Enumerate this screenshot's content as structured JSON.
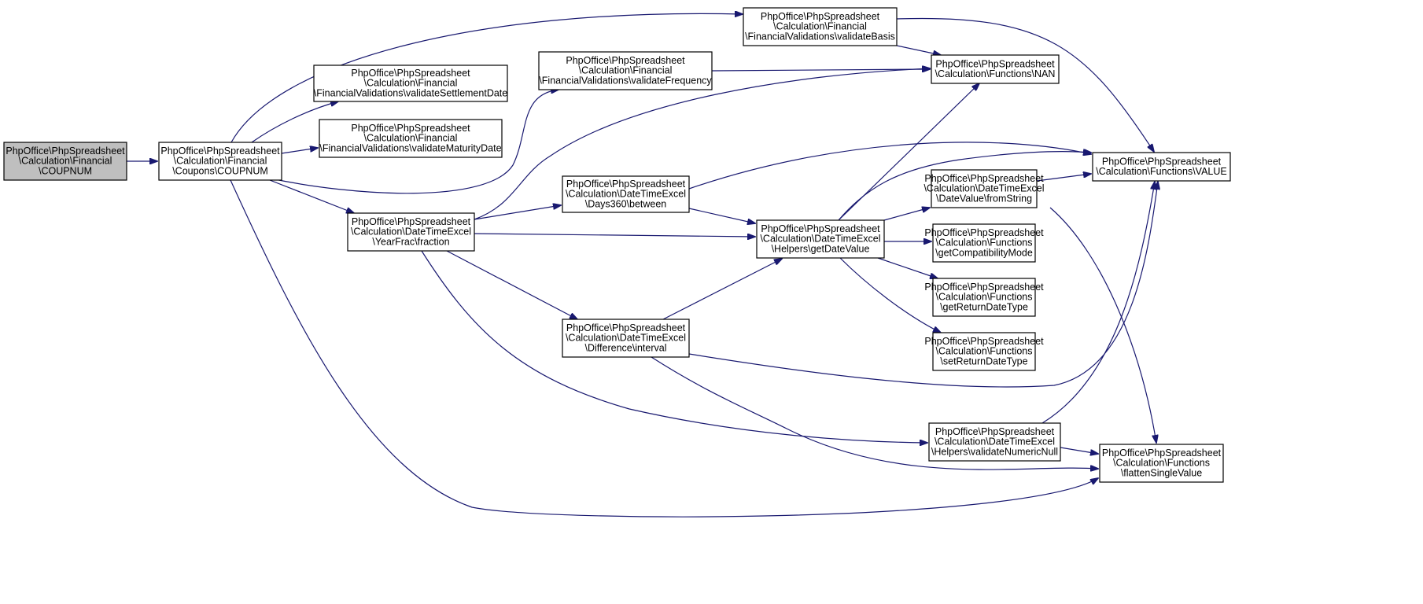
{
  "graph": {
    "nodes": [
      {
        "id": "root",
        "lines": [
          "PhpOffice\\PhpSpreadsheet",
          "\\Calculation\\Financial",
          "\\COUPNUM"
        ],
        "highlight": true
      },
      {
        "id": "coupons",
        "lines": [
          "PhpOffice\\PhpSpreadsheet",
          "\\Calculation\\Financial",
          "\\Coupons\\COUPNUM"
        ]
      },
      {
        "id": "vsettle",
        "lines": [
          "PhpOffice\\PhpSpreadsheet",
          "\\Calculation\\Financial",
          "\\FinancialValidations\\validateSettlementDate"
        ]
      },
      {
        "id": "vmat",
        "lines": [
          "PhpOffice\\PhpSpreadsheet",
          "\\Calculation\\Financial",
          "\\FinancialValidations\\validateMaturityDate"
        ]
      },
      {
        "id": "yearfrac",
        "lines": [
          "PhpOffice\\PhpSpreadsheet",
          "\\Calculation\\DateTimeExcel",
          "\\YearFrac\\fraction"
        ]
      },
      {
        "id": "vfreq",
        "lines": [
          "PhpOffice\\PhpSpreadsheet",
          "\\Calculation\\Financial",
          "\\FinancialValidations\\validateFrequency"
        ]
      },
      {
        "id": "vbasis",
        "lines": [
          "PhpOffice\\PhpSpreadsheet",
          "\\Calculation\\Financial",
          "\\FinancialValidations\\validateBasis"
        ]
      },
      {
        "id": "days360",
        "lines": [
          "PhpOffice\\PhpSpreadsheet",
          "\\Calculation\\DateTimeExcel",
          "\\Days360\\between"
        ]
      },
      {
        "id": "interval",
        "lines": [
          "PhpOffice\\PhpSpreadsheet",
          "\\Calculation\\DateTimeExcel",
          "\\Difference\\interval"
        ]
      },
      {
        "id": "getdate",
        "lines": [
          "PhpOffice\\PhpSpreadsheet",
          "\\Calculation\\DateTimeExcel",
          "\\Helpers\\getDateValue"
        ]
      },
      {
        "id": "nan",
        "lines": [
          "PhpOffice\\PhpSpreadsheet",
          "\\Calculation\\Functions\\NAN"
        ]
      },
      {
        "id": "fromstring",
        "lines": [
          "PhpOffice\\PhpSpreadsheet",
          "\\Calculation\\DateTimeExcel",
          "\\DateValue\\fromString"
        ]
      },
      {
        "id": "getcompat",
        "lines": [
          "PhpOffice\\PhpSpreadsheet",
          "\\Calculation\\Functions",
          "\\getCompatibilityMode"
        ]
      },
      {
        "id": "getret",
        "lines": [
          "PhpOffice\\PhpSpreadsheet",
          "\\Calculation\\Functions",
          "\\getReturnDateType"
        ]
      },
      {
        "id": "setret",
        "lines": [
          "PhpOffice\\PhpSpreadsheet",
          "\\Calculation\\Functions",
          "\\setReturnDateType"
        ]
      },
      {
        "id": "vnumnull",
        "lines": [
          "PhpOffice\\PhpSpreadsheet",
          "\\Calculation\\DateTimeExcel",
          "\\Helpers\\validateNumericNull"
        ]
      },
      {
        "id": "value",
        "lines": [
          "PhpOffice\\PhpSpreadsheet",
          "\\Calculation\\Functions\\VALUE"
        ]
      },
      {
        "id": "flatten",
        "lines": [
          "PhpOffice\\PhpSpreadsheet",
          "\\Calculation\\Functions",
          "\\flattenSingleValue"
        ]
      }
    ],
    "edges": [
      [
        "root",
        "coupons"
      ],
      [
        "coupons",
        "vbasis"
      ],
      [
        "coupons",
        "vsettle"
      ],
      [
        "coupons",
        "vmat"
      ],
      [
        "coupons",
        "vfreq"
      ],
      [
        "coupons",
        "yearfrac"
      ],
      [
        "coupons",
        "flatten"
      ],
      [
        "vbasis",
        "nan"
      ],
      [
        "vbasis",
        "value"
      ],
      [
        "vfreq",
        "nan"
      ],
      [
        "yearfrac",
        "nan"
      ],
      [
        "yearfrac",
        "days360"
      ],
      [
        "yearfrac",
        "getdate"
      ],
      [
        "yearfrac",
        "interval"
      ],
      [
        "yearfrac",
        "vnumnull"
      ],
      [
        "days360",
        "value"
      ],
      [
        "days360",
        "getdate"
      ],
      [
        "interval",
        "getdate"
      ],
      [
        "interval",
        "value"
      ],
      [
        "interval",
        "flatten"
      ],
      [
        "getdate",
        "nan"
      ],
      [
        "getdate",
        "value"
      ],
      [
        "getdate",
        "fromstring"
      ],
      [
        "getdate",
        "getcompat"
      ],
      [
        "getdate",
        "getret"
      ],
      [
        "getdate",
        "setret"
      ],
      [
        "fromstring",
        "value"
      ],
      [
        "fromstring",
        "flatten"
      ],
      [
        "vnumnull",
        "value"
      ],
      [
        "vnumnull",
        "flatten"
      ]
    ],
    "colors": {
      "edge": "#191970",
      "root_fill": "#bfbfbf",
      "node_fill": "#ffffff",
      "node_border": "#000000"
    }
  }
}
